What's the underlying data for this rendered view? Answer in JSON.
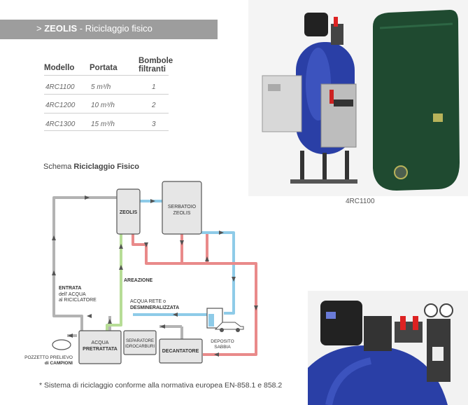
{
  "header": {
    "arrow": ">",
    "brand": "ZEOLIS",
    "subtitle": " - Riciclaggio fisico"
  },
  "table": {
    "headers": [
      "Modello",
      "Portata",
      "Bombole",
      "filtranti"
    ],
    "rows": [
      {
        "model": "4RC1100",
        "flow": "5 m³/h",
        "tanks": "1"
      },
      {
        "model": "4RC1200",
        "flow": "10 m³/h",
        "tanks": "2"
      },
      {
        "model": "4RC1300",
        "flow": "15 m³/h",
        "tanks": "3"
      }
    ]
  },
  "scheme": {
    "title_prefix": "Schema ",
    "title_bold": "Riciclaggio Fisico",
    "labels": {
      "zeolis": "ZEOLIS",
      "serbatoio": [
        "SERBATOIO",
        "ZEOLIS"
      ],
      "aerazione": "AREAZIONE",
      "entrata": [
        "ENTRATA",
        "dell' ACQUA",
        "al RICICLATORE"
      ],
      "acqua_rete": [
        "ACQUA RETE o",
        "DESMINERALIZZATA"
      ],
      "deposito": [
        "DEPOSITO",
        "SABBIA"
      ],
      "acqua_pretrattata": [
        "ACQUA",
        "PRETRATTATA"
      ],
      "separatore": [
        "SEPARATORE",
        "IDROCARBURI"
      ],
      "decantatore": "DECANTATORE",
      "pozzetto": [
        "POZZETTO PRELIEVO",
        "di CAMPIONI"
      ]
    },
    "colors": {
      "grey": "#b3b3b3",
      "blue": "#8ecbe8",
      "red": "#e98a8a",
      "green": "#b7dd96"
    }
  },
  "photo_caption": "4RC1100",
  "footnote": "* Sistema di riciclaggio conforme alla normativa europea EN-858.1 e 858.2"
}
